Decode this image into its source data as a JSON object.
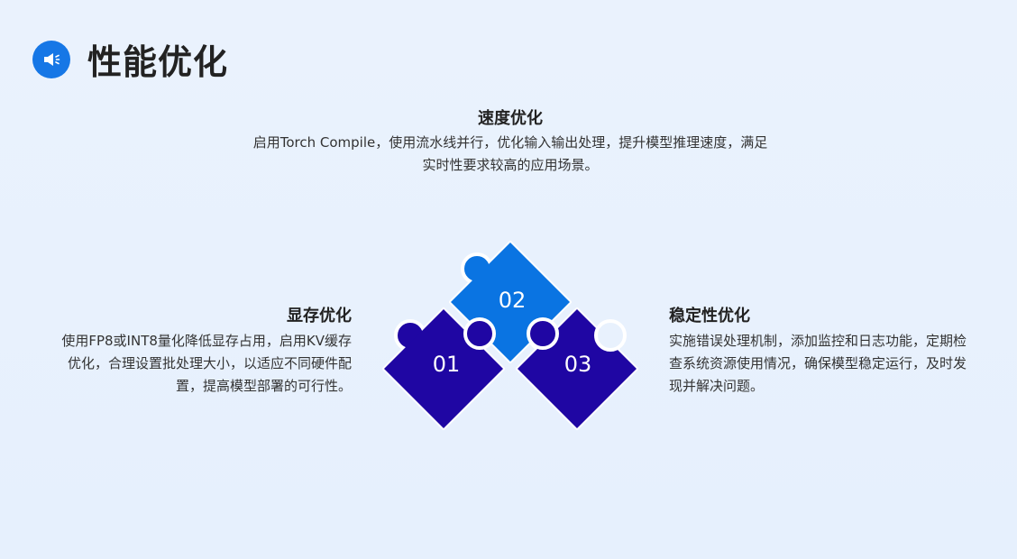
{
  "header": {
    "title": "性能优化",
    "icon": "megaphone-icon",
    "icon_color": "#1677e6"
  },
  "blocks": {
    "speed": {
      "title": "速度优化",
      "description": "启用Torch Compile，使用流水线并行，优化输入输出处理，提升模型推理速度，满足实时性要求较高的应用场景。"
    },
    "memory": {
      "title": "显存优化",
      "description": "使用FP8或INT8量化降低显存占用，启用KV缓存优化，合理设置批处理大小，以适应不同硬件配置，提高模型部署的可行性。"
    },
    "stability": {
      "title": "稳定性优化",
      "description": "实施错误处理机制，添加监控和日志功能，定期检查系统资源使用情况，确保模型稳定运行，及时发现并解决问题。"
    }
  },
  "puzzle": {
    "pieces": [
      {
        "label": "01",
        "color": "#1f06a3"
      },
      {
        "label": "02",
        "color": "#0a74e2"
      },
      {
        "label": "03",
        "color": "#1f06a3"
      }
    ]
  }
}
